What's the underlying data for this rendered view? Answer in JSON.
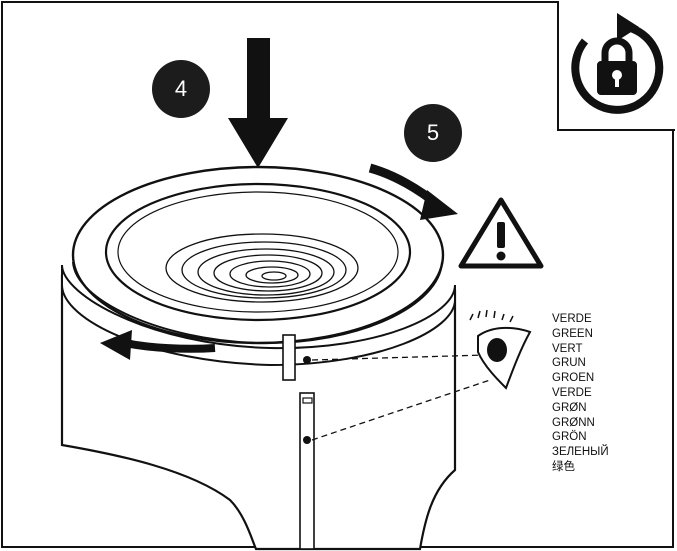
{
  "steps": {
    "step4": "4",
    "step5": "5"
  },
  "lock_icon": "rotate-lock-icon",
  "warning_icon": "warning-triangle-icon",
  "color_labels": [
    "VERDE",
    "GREEN",
    "VERT",
    "GRUN",
    "GROEN",
    "VERDE",
    "GRØN",
    "GRØNN",
    "GRÖN",
    "ЗЕЛЕНЫЙ",
    "绿色"
  ]
}
